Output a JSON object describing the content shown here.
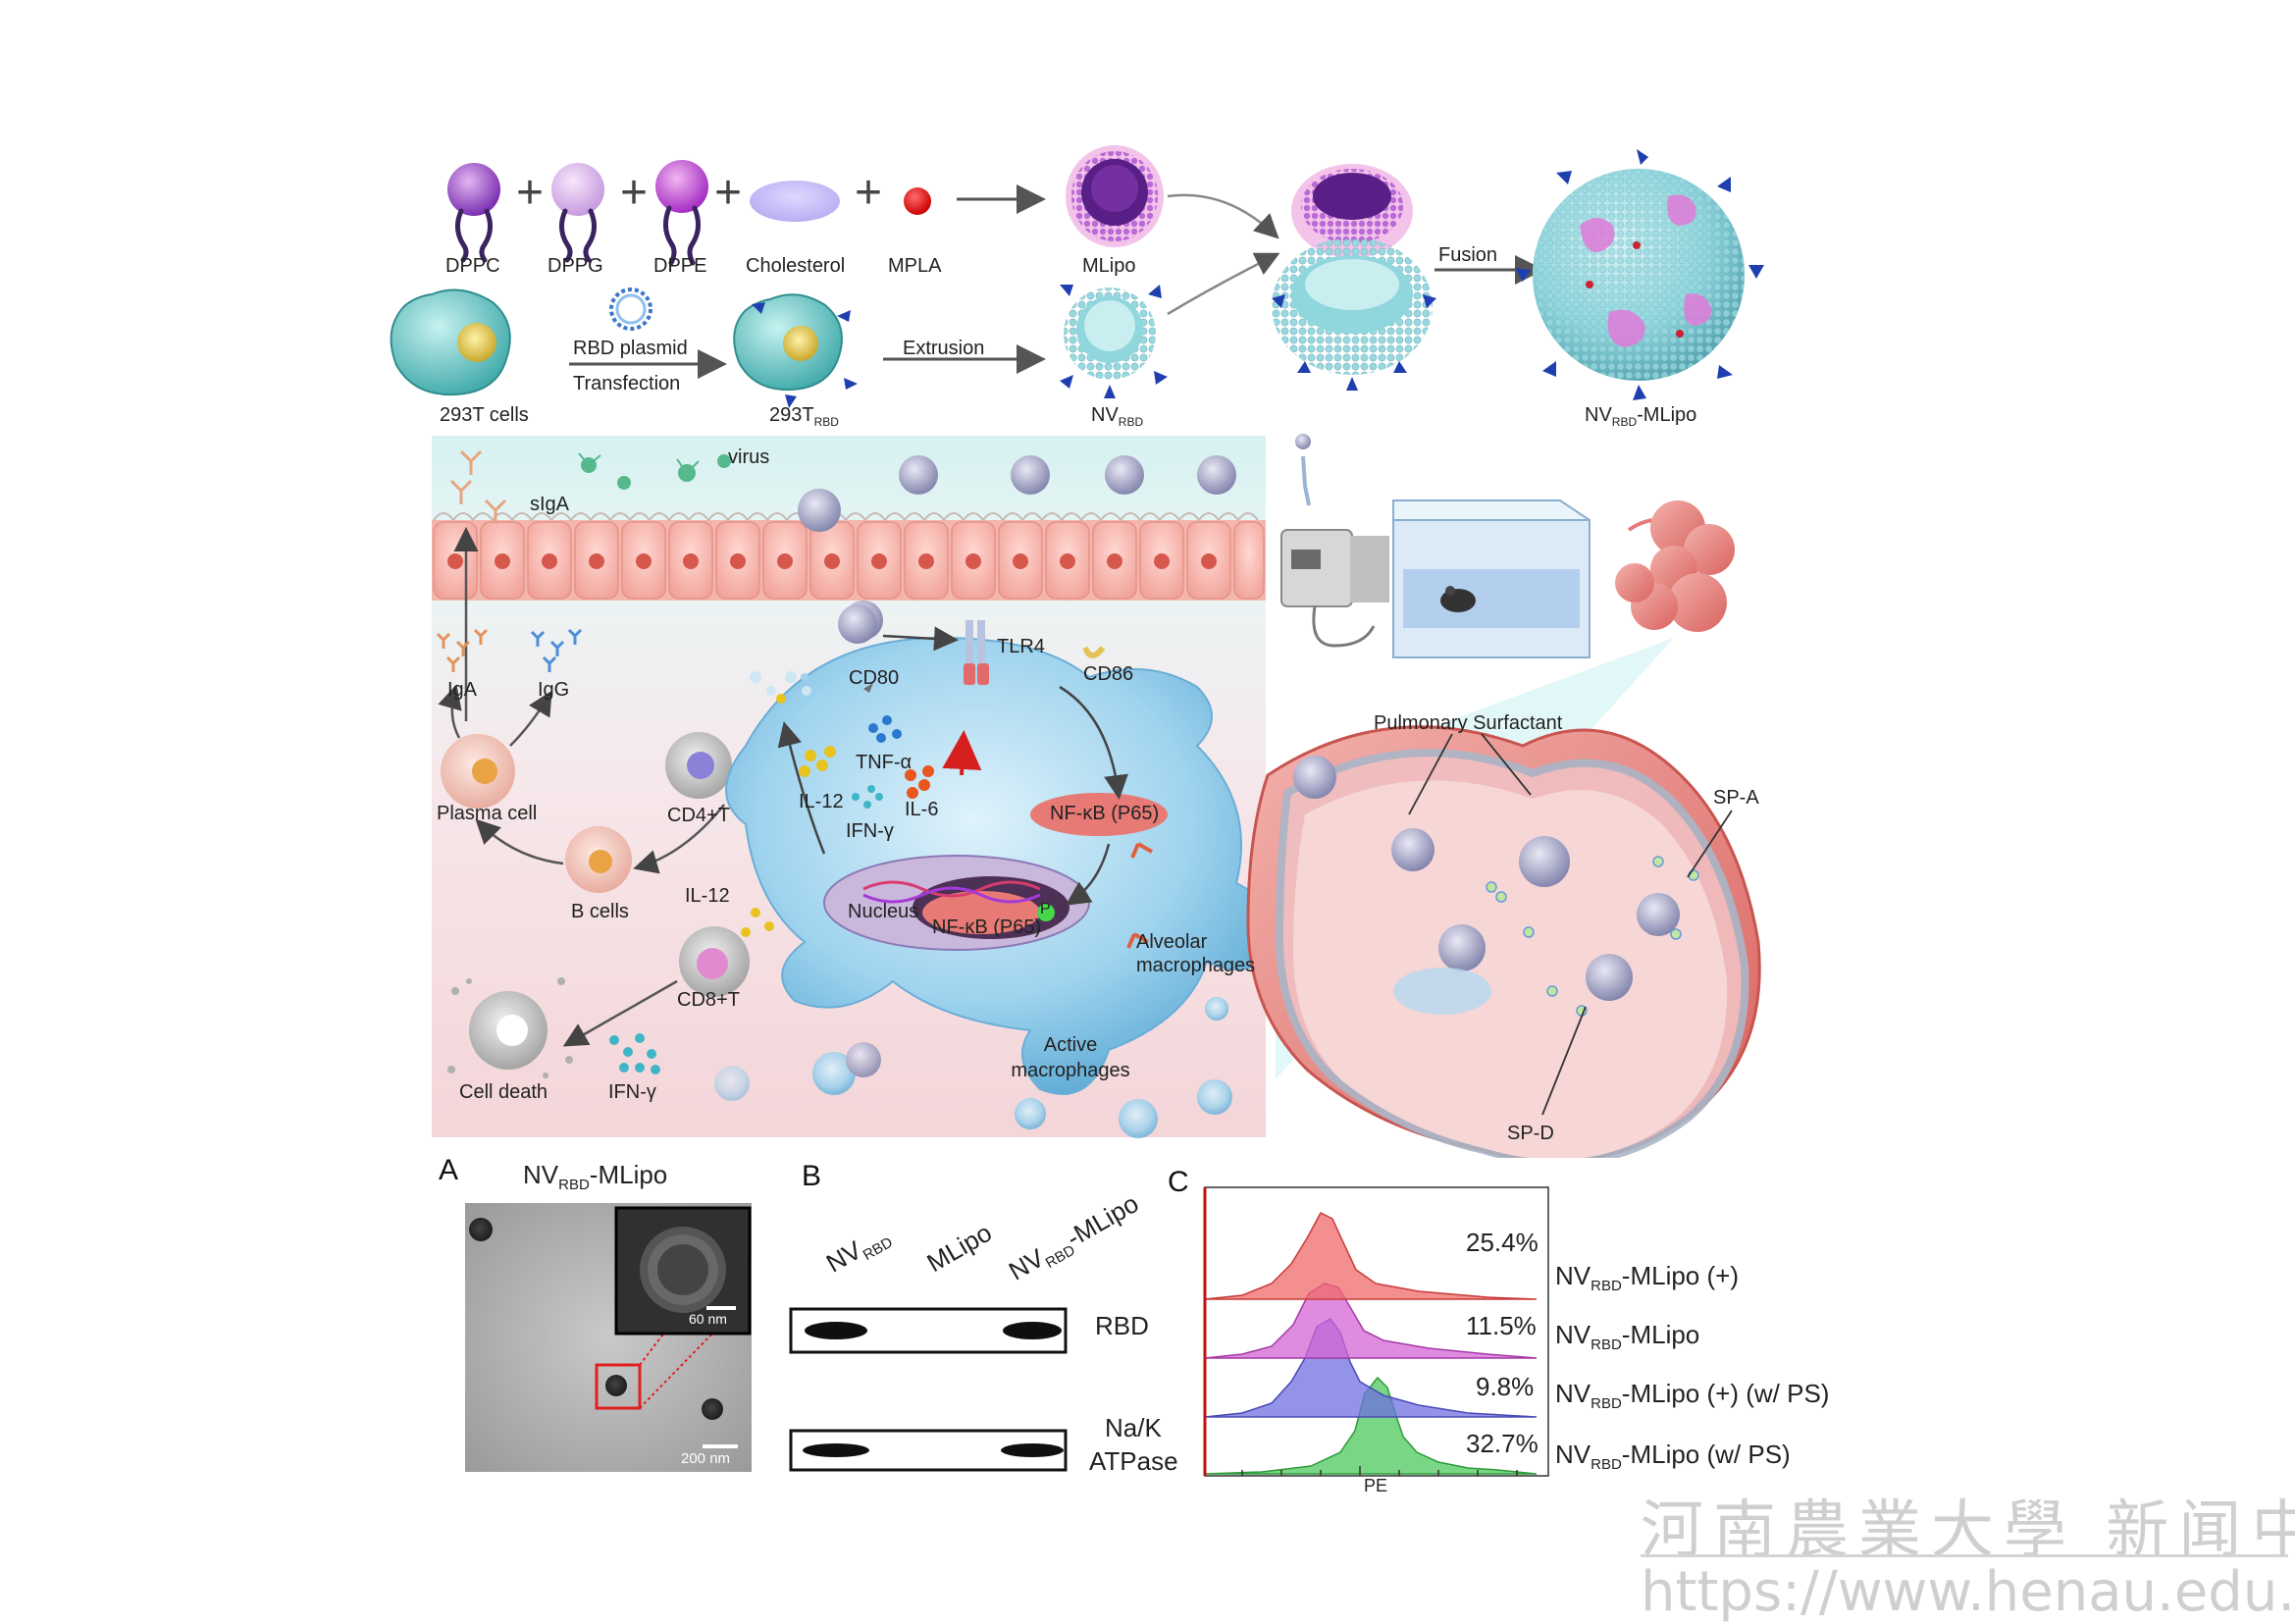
{
  "synthesis": {
    "components": [
      "DPPC",
      "DPPG",
      "DPPE",
      "Cholesterol",
      "MPLA"
    ],
    "mlipo": "MLipo",
    "cells": "293T cells",
    "plasmid_line1": "RBD plasmid",
    "plasmid_line2": "Transfection",
    "cells_rbd": "293T",
    "cells_rbd_sub": "RBD",
    "extrusion": "Extrusion",
    "nv": "NV",
    "nv_sub": "RBD",
    "fusion": "Fusion",
    "product": "NV",
    "product_sub": "RBD",
    "product_suffix": "-MLipo"
  },
  "immune": {
    "virus": "virus",
    "siga": "sIgA",
    "iga": "IgA",
    "igg": "IgG",
    "plasma_cell": "Plasma cell",
    "b_cells": "B cells",
    "cd4": "CD4+T",
    "cd8": "CD8+T",
    "il12_out": "IL-12",
    "cell_death": "Cell death",
    "ifn_out": "IFN-γ",
    "cd80": "CD80",
    "tlr4": "TLR4",
    "cd86": "CD86",
    "tnf": "TNF-α",
    "il12": "IL-12",
    "il6": "IL-6",
    "ifn": "IFN-γ",
    "nfkb": "NF-κB (P65)",
    "nucleus": "Nucleus",
    "nfkb_nuc": "NF-κB (P65)",
    "p_badge": "P",
    "alveolar": "Alveolar macrophages",
    "active": "Active macrophages"
  },
  "lung": {
    "surfactant": "Pulmonary Surfactant",
    "spa": "SP-A",
    "spd": "SP-D"
  },
  "panelA": {
    "letter": "A",
    "title": "NV",
    "title_sub": "RBD",
    "title_suffix": "-MLipo",
    "scale_inset": "60 nm",
    "scale_main": "200 nm"
  },
  "panelB": {
    "letter": "B",
    "lanes": [
      {
        "main": "NV",
        "sub": "RBD",
        "suffix": ""
      },
      {
        "main": "MLipo",
        "sub": "",
        "suffix": ""
      },
      {
        "main": "NV",
        "sub": "RBD",
        "suffix": "-MLipo"
      }
    ],
    "row1": "RBD",
    "row2_line1": "Na/K",
    "row2_line2": "ATPase"
  },
  "panelC": {
    "letter": "C",
    "xlabel": "PE",
    "rows": [
      {
        "pct": "25.4%",
        "main": "NV",
        "sub": "RBD",
        "suffix": "-MLipo (+)",
        "color": "#f06a6a"
      },
      {
        "pct": "11.5%",
        "main": "NV",
        "sub": "RBD",
        "suffix": "-MLipo",
        "color": "#d466d6"
      },
      {
        "pct": "9.8%",
        "main": "NV",
        "sub": "RBD",
        "suffix": "-MLipo (+) (w/ PS)",
        "color": "#6f6fe0"
      },
      {
        "pct": "32.7%",
        "main": "NV",
        "sub": "RBD",
        "suffix": "-MLipo (w/ PS)",
        "color": "#4cc85c"
      }
    ]
  },
  "watermark": {
    "cn": "河南農業大學 新闻中心",
    "url": "https://www.henau.edu.cn"
  },
  "colors": {
    "accent_purple": "#7b2fb0",
    "cell_teal": "#5fc9c8",
    "lung_pink": "#e88a8a",
    "spike_blue": "#1f3fb0",
    "nfkb_red": "#e06a6a"
  }
}
